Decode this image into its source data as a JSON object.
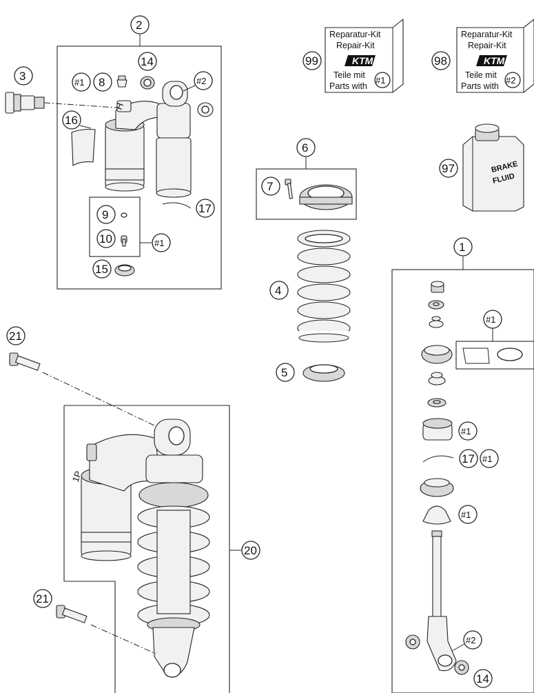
{
  "callouts": {
    "c1": "1",
    "c2": "2",
    "c3": "3",
    "c4": "4",
    "c5": "5",
    "c6": "6",
    "c7": "7",
    "c8": "8",
    "c9": "9",
    "c10": "10",
    "c14": "14",
    "c14b": "14",
    "c15": "15",
    "c16": "16",
    "c17": "17",
    "c17b": "17",
    "c20": "20",
    "c21a": "21",
    "c21b": "21",
    "c97": "97",
    "c98": "98",
    "c99": "99"
  },
  "refs": {
    "h1_a": "#1",
    "h1_b": "#1",
    "h1_c": "#1",
    "h1_d": "#1",
    "h1_e": "#1",
    "h1_f": "#1",
    "h2_a": "#2",
    "h2_b": "#2"
  },
  "kits": {
    "kit99": {
      "line1": "Reparatur-Kit",
      "line2": "Repair-Kit",
      "logo": "KTM",
      "line3": "Teile mit",
      "line4": "Parts with",
      "ref": "#1"
    },
    "kit98": {
      "line1": "Reparatur-Kit",
      "line2": "Repair-Kit",
      "logo": "KTM",
      "line3": "Teile mit",
      "line4": "Parts with",
      "ref": "#2"
    }
  },
  "fluid": {
    "line1": "BRAKE",
    "line2": "FLUID"
  },
  "reservoir_marking": {
    "text1": "H",
    "text2": "1P"
  }
}
